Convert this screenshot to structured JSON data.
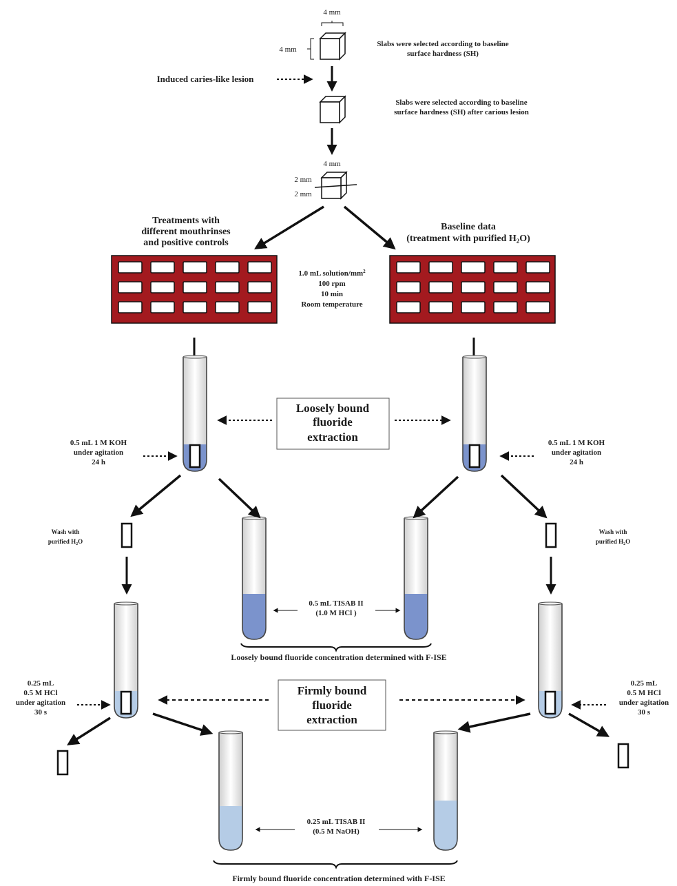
{
  "colors": {
    "rack_fill": "#a31a1f",
    "liquid_khoh": "#7b93cc",
    "liquid_light": "#b5cce6",
    "ink": "#111111"
  },
  "slab": {
    "dim_top": "4 mm",
    "dim_side": "4 mm",
    "step1": [
      "Slabs were selected according to baseline",
      "surface hardness (SH)"
    ],
    "lesion_label": "Induced caries-like lesion",
    "step2": [
      "Slabs were selected according to baseline",
      "surface hardness (SH) after carious lesion"
    ],
    "cut_top": "4 mm",
    "cut_a": "2 mm",
    "cut_b": "2 mm"
  },
  "branches": {
    "left_title": [
      "Treatments with",
      "different mouthrinses",
      "and positive controls"
    ],
    "right_title_a": "Baseline data",
    "right_title_b": "(treatment with purified H",
    "right_title_sub": "2",
    "right_title_c": "O)"
  },
  "conditions": {
    "line1_a": "1.0 mL solution/mm",
    "line1_sup": "2",
    "line2": "100 rpm",
    "line3": "10 min",
    "line4": "Room temperature"
  },
  "loose": {
    "box": [
      "Loosely bound",
      "fluoride",
      "extraction"
    ],
    "koh_left": [
      "0.5 mL 1 M KOH",
      "under agitation",
      "24 h"
    ],
    "koh_right": [
      "0.5 mL 1 M KOH",
      "under agitation",
      "24 h"
    ],
    "wash_left_a": "Wash with",
    "wash_left_b": "purified H",
    "wash_left_sub": "2",
    "wash_left_c": "O",
    "wash_right_a": "Wash with",
    "wash_right_b": "purified H",
    "wash_right_sub": "2",
    "wash_right_c": "O",
    "tisab": [
      "0.5 mL TISAB II",
      "(1.0 M HCl )"
    ],
    "result": "Loosely bound fluoride concentration determined with F-ISE"
  },
  "firm": {
    "box": [
      "Firmly bound",
      "fluoride",
      "extraction"
    ],
    "hcl_left": [
      "0.25 mL",
      "0.5 M HCl",
      "under agitation",
      "30 s"
    ],
    "hcl_right": [
      "0.25 mL",
      "0.5 M HCl",
      "under agitation",
      "30 s"
    ],
    "tisab": [
      "0.25 mL TISAB II",
      "(0.5 M NaOH)"
    ],
    "result": "Firmly bound fluoride concentration determined with F-ISE"
  }
}
